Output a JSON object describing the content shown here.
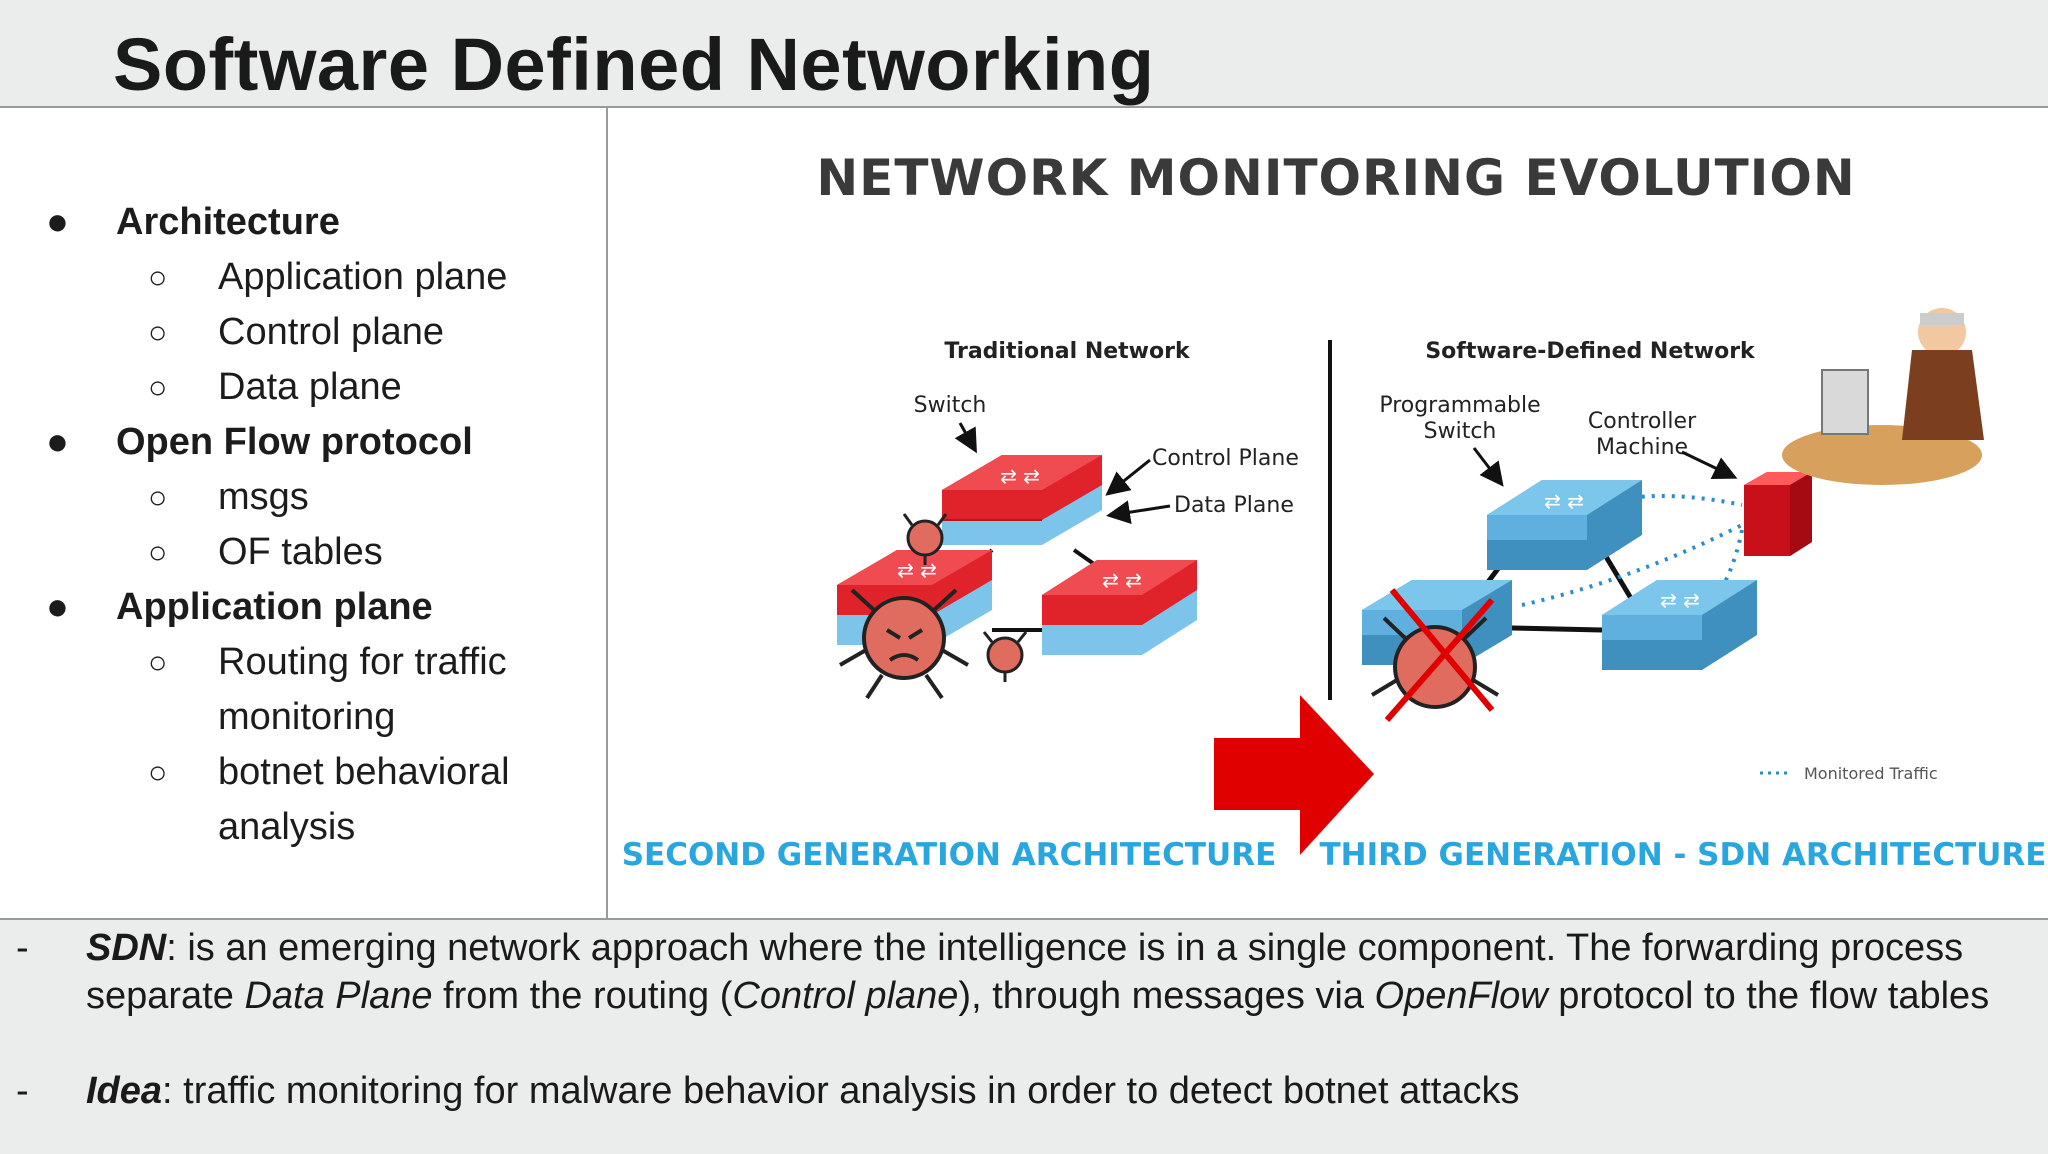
{
  "title": "Software Defined Networking",
  "bullets": [
    {
      "label": "Architecture",
      "children": [
        "Application plane",
        "Control plane",
        "Data plane"
      ]
    },
    {
      "label": "Open Flow protocol",
      "children": [
        "msgs",
        "OF tables"
      ]
    },
    {
      "label": "Application plane",
      "children": [
        "Routing for traffic",
        "monitoring",
        "botnet behavioral",
        "analysis"
      ]
    }
  ],
  "figure": {
    "heading": "NETWORK MONITORING EVOLUTION",
    "traditional": {
      "title": "Traditional Network",
      "switch_label": "Switch",
      "control_plane_label": "Control Plane",
      "data_plane_label": "Data Plane",
      "caption": "SECOND GENERATION ARCHITECTURE"
    },
    "sdn": {
      "title": "Software-Defined Network",
      "switch_label_1": "Programmable",
      "switch_label_2": "Switch",
      "controller_label_1": "Controller",
      "controller_label_2": "Machine",
      "legend": "Monitored Traffic",
      "caption": "THIRD GENERATION - SDN ARCHITECTURE"
    },
    "colors": {
      "heading": "#3a3a3a",
      "caption": "#2aa6df",
      "switch_red": "#e0232b",
      "switch_blue": "#69b9e2",
      "arrow": "#e00000"
    }
  },
  "notes": {
    "sdn_dash": "-",
    "sdn_term": "SDN",
    "sdn_text_1": ":  is an emerging network approach where the intelligence is in a single component. The forwarding process separate ",
    "sdn_data_plane": "Data Plane",
    "sdn_text_2": " from the routing (",
    "sdn_control_plane": "Control plane",
    "sdn_text_3": "), through messages via ",
    "sdn_openflow": "OpenFlow",
    "sdn_text_4": " protocol to the flow tables",
    "idea_dash": "-",
    "idea_term": "Idea",
    "idea_text": ": traffic monitoring for malware behavior analysis in order to detect botnet attacks"
  }
}
